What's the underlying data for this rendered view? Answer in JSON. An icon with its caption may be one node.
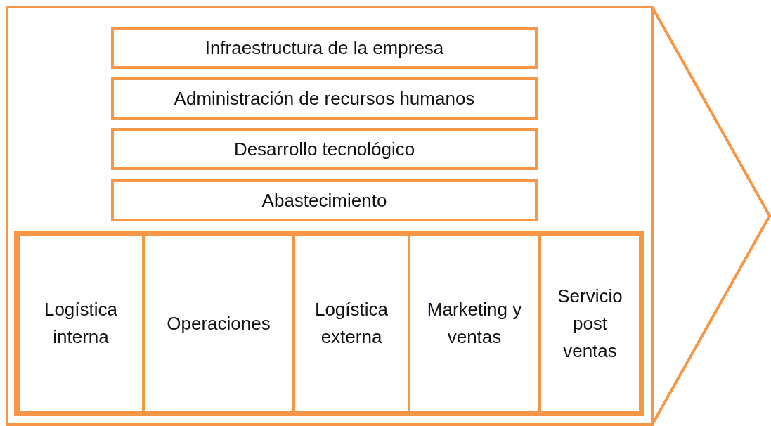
{
  "diagram": {
    "nodes": [
      {
        "text": [],
        "shape": "arrow"
      },
      {
        "text": [
          "Infraestructura de la empresa"
        ],
        "in": 0
      },
      {
        "text": [
          "Administración de recursos humanos"
        ],
        "in": 0
      },
      {
        "text": [
          "Desarrollo tecnológico"
        ],
        "in": 0
      },
      {
        "text": [
          "Abastecimiento"
        ],
        "in": 0
      },
      {
        "text": [],
        "shape": "box",
        "in": 0
      },
      {
        "text": [
          "Logística interna"
        ],
        "in": 5
      },
      {
        "text": [
          "Operaciones"
        ],
        "in": 5
      },
      {
        "text": [
          "Logística externa"
        ],
        "in": 5
      },
      {
        "text": [
          "Marketing y ventas"
        ],
        "in": 5
      },
      {
        "text": [
          "Servicio post ventas"
        ],
        "in": 5
      }
    ]
  }
}
